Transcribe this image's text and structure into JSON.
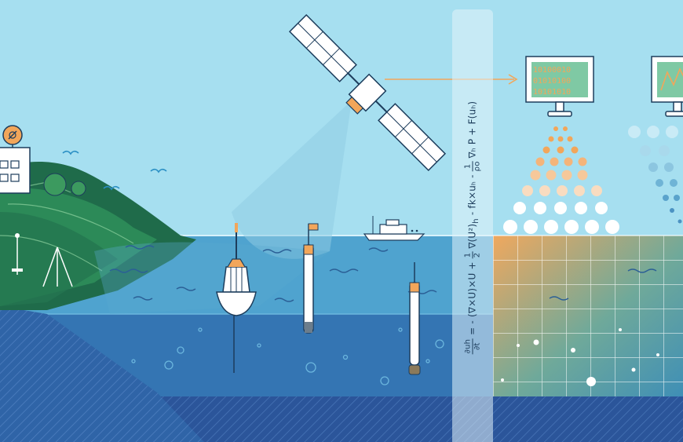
{
  "illustration": {
    "colors": {
      "sky": "#a6dff0",
      "ocean_surface": "#4fa3cf",
      "ocean_mid": "#3a7fb8",
      "ocean_deep": "#2f5f9e",
      "seafloor": "#2a4f8c",
      "land_dark": "#1f6b4a",
      "land_light": "#2f8a58",
      "accent_orange": "#f2a65a",
      "outline": "#1d3d5c"
    },
    "icons": [
      "satellite-icon",
      "monitor-binary-icon",
      "monitor-chart-icon",
      "ship-icon",
      "buoy-icon",
      "station-building-icon",
      "satellite-dish-icon",
      "bird-icon"
    ]
  },
  "monitor1": {
    "rows": [
      "10100010",
      "01010100",
      "10101010"
    ]
  },
  "equation": {
    "lhs_num": "∂uh",
    "lhs_den": "∂t",
    "part1": "= - ",
    "part2": "(∇×U)×U + ",
    "half_num": "1",
    "half_den": "2",
    "part3": "∇(U²)",
    "sub_h": "h",
    "part4": " - fk×uₕ - ",
    "rho_num": "1",
    "rho_den": "ρo",
    "part5": "∇ₕ P + F(uₕ)"
  }
}
